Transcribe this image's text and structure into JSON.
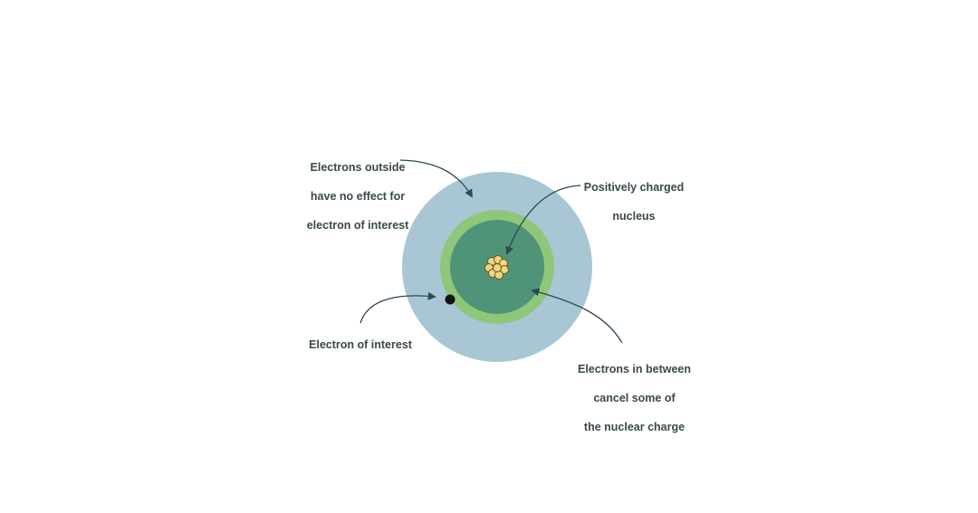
{
  "colors": {
    "background": "#ffffff",
    "outer_shell": "#a8c6d4",
    "green_ring": "#8fc77a",
    "inner_core": "#4f9478",
    "nucleus_fill": "#f3d67a",
    "nucleus_stroke": "#5c5a2e",
    "electron": "#111111",
    "arrow": "#2a4d4a",
    "text": "#3a4a47"
  },
  "labels": {
    "outside": {
      "lines": [
        "Electrons outside",
        "have no effect for",
        "electron of interest"
      ]
    },
    "nucleus": {
      "lines": [
        "Positively charged",
        "nucleus"
      ]
    },
    "electron_of_interest": {
      "lines": [
        "Electron of interest"
      ]
    },
    "in_between": {
      "lines": [
        "Electrons in between",
        "cancel some of",
        "the nuclear charge"
      ]
    }
  }
}
